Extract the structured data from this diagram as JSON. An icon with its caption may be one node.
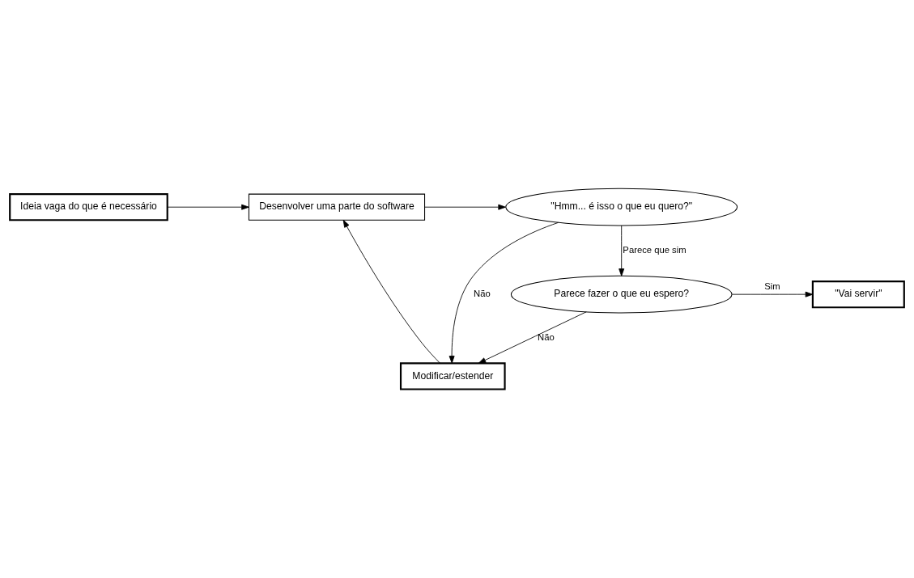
{
  "diagram": {
    "nodes": [
      {
        "text": [
          "Ideia vaga do que é necessário"
        ]
      },
      {
        "text": [
          "Desenvolver uma parte do software"
        ]
      },
      {
        "text": [
          "\"Hmm... é isso o que eu quero?\""
        ]
      },
      {
        "text": [
          "Modificar/estender"
        ]
      },
      {
        "text": [
          "Parece fazer o que eu espero?"
        ]
      },
      {
        "text": [
          "\"Vai servir\""
        ]
      }
    ],
    "edges": [
      {
        "from": 0,
        "to": 1,
        "arrow": "to"
      },
      {
        "from": 1,
        "to": 2,
        "arrow": "to"
      },
      {
        "from": 2,
        "to": 3,
        "arrow": "to",
        "label": "Não"
      },
      {
        "from": 3,
        "to": 1,
        "arrow": "to"
      },
      {
        "from": 2,
        "to": 4,
        "arrow": "to",
        "label": "Parece que sim"
      },
      {
        "from": 4,
        "to": 3,
        "arrow": "to",
        "label": "Não"
      },
      {
        "from": 4,
        "to": 5,
        "arrow": "to",
        "label": "Sim"
      }
    ]
  }
}
